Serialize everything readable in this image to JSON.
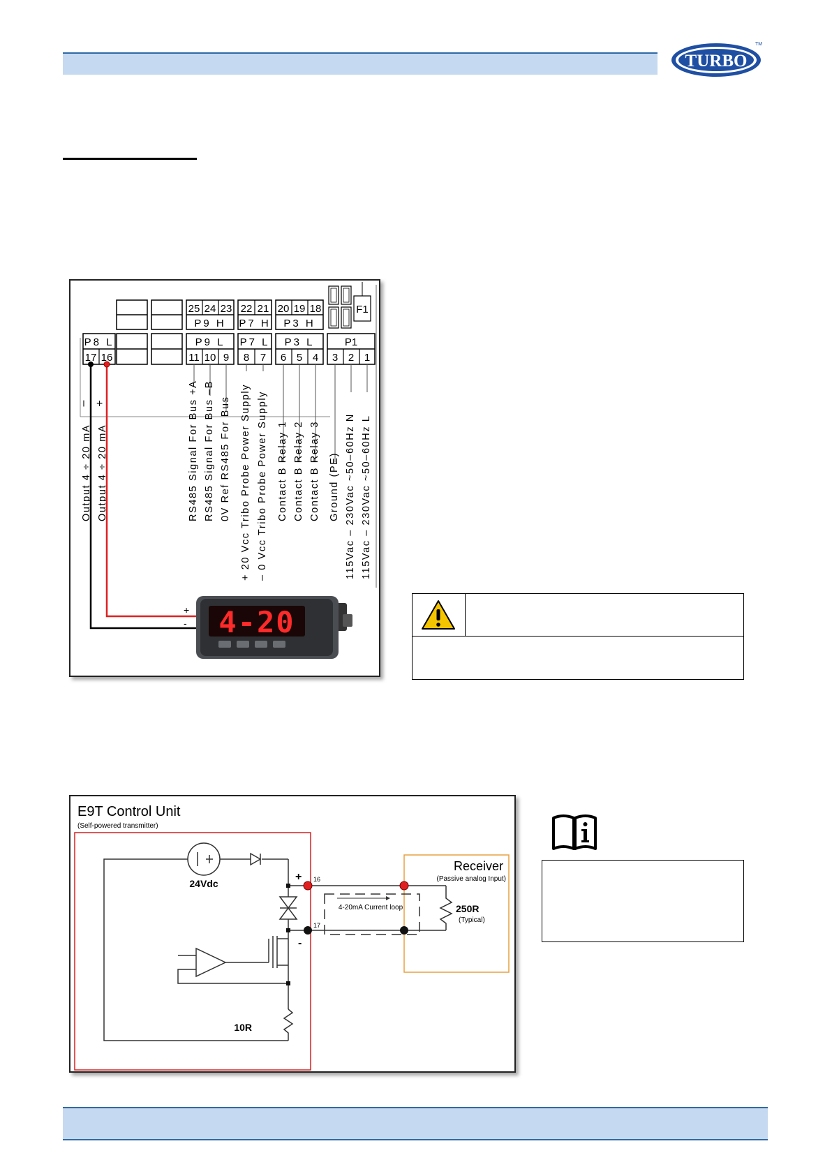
{
  "header": {
    "logo_text": "TURBO",
    "logo_tm": "TM"
  },
  "terminal_diagram": {
    "top_groups": [
      {
        "label": "P9 H",
        "pins": [
          "25",
          "24",
          "23"
        ]
      },
      {
        "label": "P7 H",
        "pins": [
          "22",
          "21"
        ]
      },
      {
        "label": "P3 H",
        "pins": [
          "20",
          "19",
          "18"
        ]
      }
    ],
    "fuse_label": "F1",
    "bottom_groups": [
      {
        "label": "P8 L",
        "pins": [
          "17",
          "16"
        ]
      },
      {
        "label": "P9 L",
        "pins": [
          "11",
          "10",
          "9"
        ]
      },
      {
        "label": "P7 L",
        "pins": [
          "8",
          "7"
        ]
      },
      {
        "label": "P3 L",
        "pins": [
          "6",
          "5",
          "4"
        ]
      },
      {
        "label": "P1",
        "pins": [
          "3",
          "2",
          "1"
        ]
      }
    ],
    "pin_signs": [
      "–",
      "+"
    ],
    "pin_labels": [
      "Output 4 ÷ 20 mA",
      "Output 4 ÷ 20 mA",
      "RS485 Signal For Bus +A",
      "RS485 Signal For Bus –B",
      "0V Ref RS485 For Bus",
      "+ 20 Vcc Tribo Probe Power Supply",
      "– 0 Vcc Tribo Probe Power Supply",
      "Contact B Relay 1",
      "Contact B Relay 2",
      "Contact B Relay 3",
      "Ground (PE)",
      "115Vac – 230Vac ~50–60Hz N",
      "115Vac – 230Vac ~50–60Hz L"
    ],
    "display_value": "4-20",
    "display_plus": "+",
    "display_minus": "-"
  },
  "circuit": {
    "title": "E9T Control Unit",
    "subtitle": "(Self-powered transmitter)",
    "supply_label": "24Vdc",
    "receiver_title": "Receiver",
    "receiver_subtitle": "(Passive analog Input)",
    "loop_label": "4-20mA Current loop",
    "load_label": "250R",
    "load_note": "(Typical)",
    "sense_label": "10R",
    "terminal_plus_label": "16",
    "terminal_minus_label": "17",
    "plus_sign": "+",
    "minus_sign": "-"
  },
  "colors": {
    "accent_blue": "#c5d9f1",
    "wire_red": "#e02020",
    "receiver_orange": "#e8a040"
  }
}
